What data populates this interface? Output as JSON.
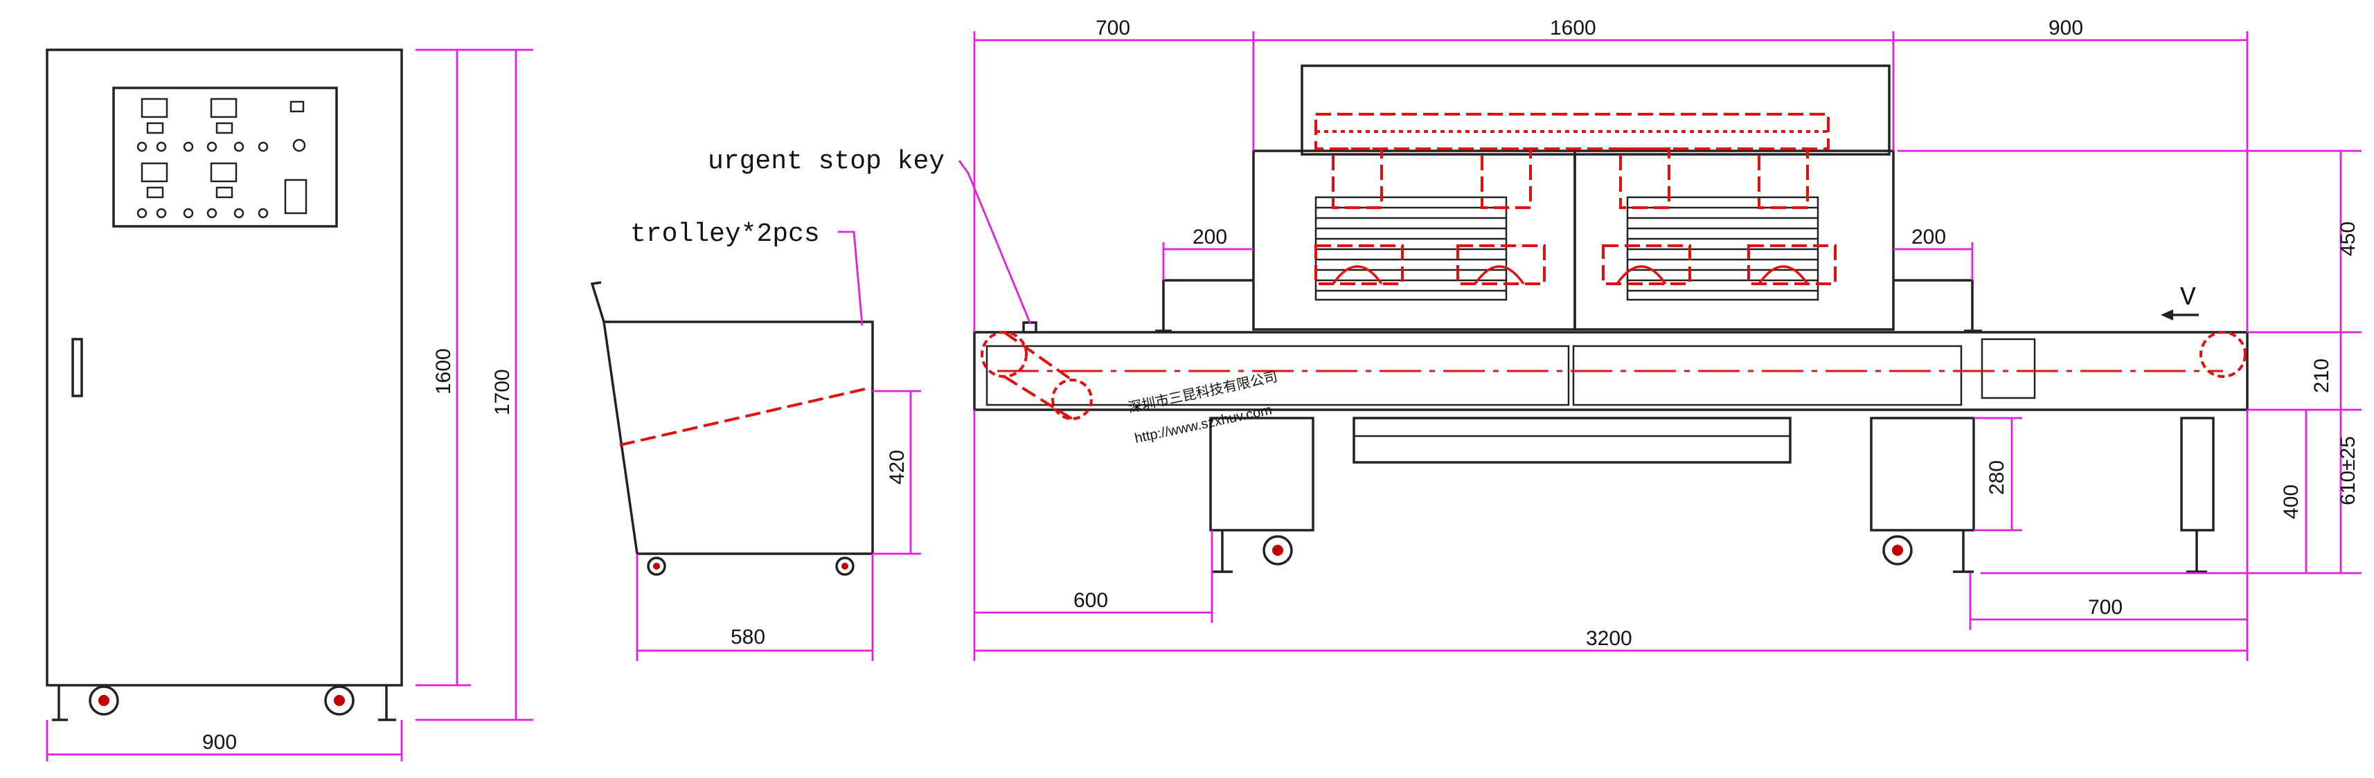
{
  "labels": {
    "urgent_stop": "urgent stop key",
    "trolley": "trolley*2pcs",
    "direction": "V"
  },
  "dimensions": {
    "cabinet_width": "900",
    "cabinet_height_inner": "1600",
    "cabinet_height_total": "1700",
    "trolley_width": "580",
    "trolley_height": "420",
    "top_left": "700",
    "top_middle": "1600",
    "top_right": "900",
    "shelf_left": "200",
    "shelf_right": "200",
    "right_450": "450",
    "right_210": "210",
    "right_610": "610±25",
    "right_400": "400",
    "inner_280": "280",
    "bottom_600": "600",
    "bottom_700": "700",
    "overall_3200": "3200"
  },
  "watermark": {
    "company": "深圳市三昆科技有限公司",
    "url": "http://www.szxhuv.com"
  },
  "colors": {
    "dimension": "#e020e0",
    "hidden_lines": "#e01010",
    "outline": "#222222"
  }
}
